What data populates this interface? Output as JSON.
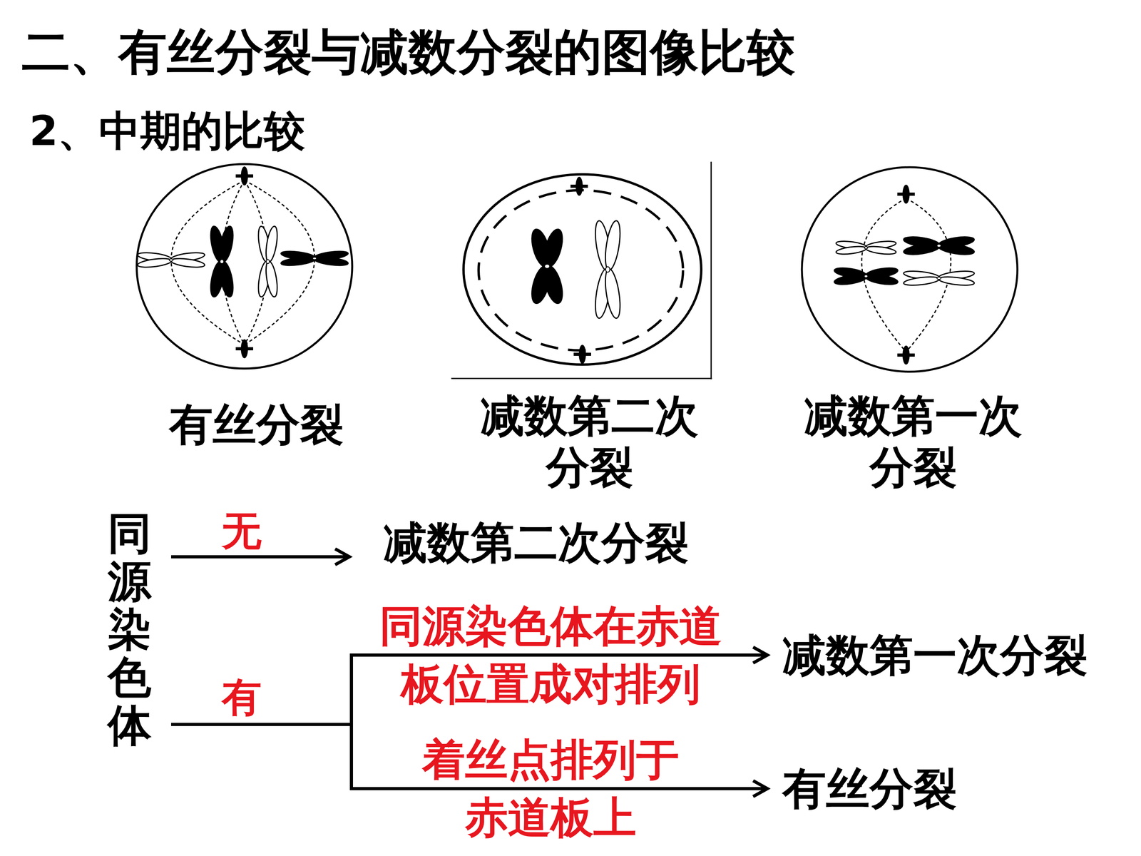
{
  "diagram": {
    "title": "二、有丝分裂与减数分裂的图像比较",
    "nodes": [
      {
        "text": [
          "同源染色体"
        ]
      },
      {
        "text": [
          "减数第二次分裂"
        ]
      },
      {
        "text": [
          "减数第一次分裂"
        ]
      },
      {
        "text": [
          "有丝分裂"
        ]
      }
    ],
    "edges": [
      {
        "from": 0,
        "to": 1,
        "label": "无",
        "arrow": "to"
      },
      {
        "from": 0,
        "to": 2,
        "label": "同源染色体在赤道板位置成对排列",
        "arrow": "to"
      },
      {
        "from": 0,
        "to": 3,
        "label": "着丝点排列于赤道板上",
        "arrow": "to"
      }
    ],
    "labels": [
      "2、中期的比较",
      "有丝分裂",
      "减数第二次分裂",
      "减数第一次分裂",
      "有"
    ]
  }
}
